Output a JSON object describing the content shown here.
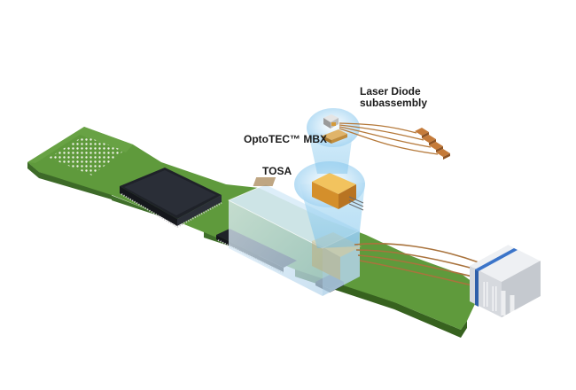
{
  "labels": {
    "laser_diode_line1": "Laser Diode",
    "laser_diode_line2": "subassembly",
    "optotec_mbx": "OptoTEC™ MBX",
    "tosa": "TOSA"
  },
  "colors": {
    "pcb_top": "#5f9a3c",
    "pcb_edge": "#3f6f2a",
    "chip": "#23262e",
    "beam": "#9ed3f2",
    "glass": "#cfe6f6",
    "copper": "#b5793a",
    "tosa_gold": "#e0a23a",
    "connector_blue": "#3b74c9"
  },
  "icons": [
    "laser-diode-icon",
    "optotec-mbx-icon",
    "tosa-icon",
    "optical-connector-icon"
  ]
}
